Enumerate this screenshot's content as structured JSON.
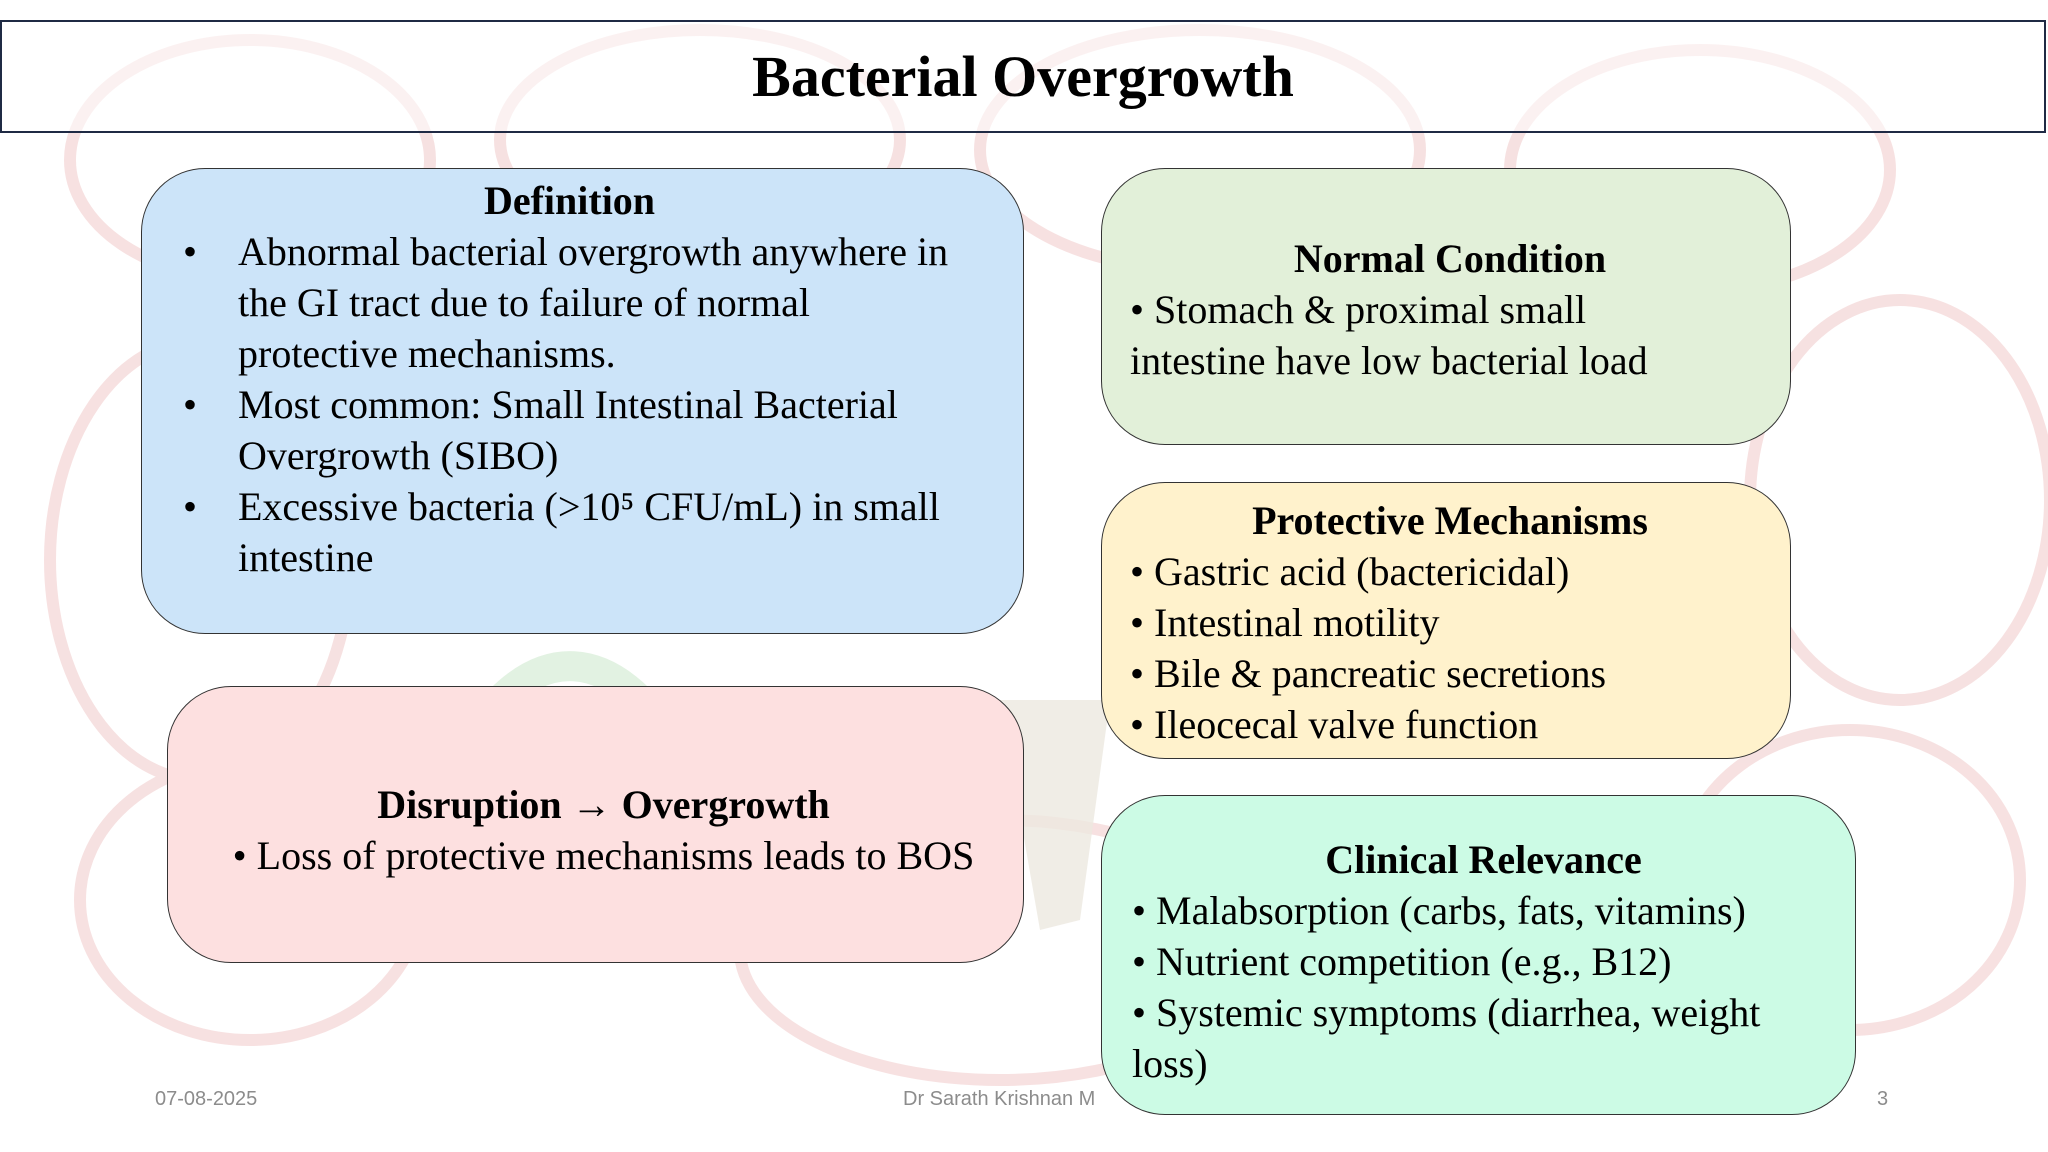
{
  "slide": {
    "title": "Bacterial Overgrowth"
  },
  "definition": {
    "heading": "Definition",
    "bullet_char": "•",
    "items": [
      "Abnormal bacterial overgrowth anywhere in the GI tract due to failure of normal protective mechanisms.",
      "Most common: Small Intestinal Bacterial Overgrowth (SIBO)",
      "Excessive bacteria (>10⁵ CFU/mL) in small intestine"
    ]
  },
  "normal_condition": {
    "heading": "Normal Condition",
    "lines": [
      "• Stomach & proximal small",
      "intestine have low bacterial load"
    ]
  },
  "protective_mechanisms": {
    "heading": "Protective Mechanisms",
    "lines": [
      "• Gastric acid (bactericidal)",
      "• Intestinal motility",
      "• Bile & pancreatic secretions",
      "• Ileocecal valve function"
    ]
  },
  "disruption": {
    "heading": "Disruption → Overgrowth",
    "lines": [
      "• Loss of protective mechanisms leads to BOS"
    ]
  },
  "clinical_relevance": {
    "heading": "Clinical Relevance",
    "lines": [
      "• Malabsorption (carbs, fats, vitamins)",
      "• Nutrient competition (e.g., B12)",
      "• Systemic symptoms (diarrhea, weight",
      "loss)"
    ]
  },
  "footer": {
    "date": "07-08-2025",
    "author": "Dr Sarath Krishnan M",
    "page": "3"
  },
  "colors": {
    "definition_bg": "#cce4f9",
    "normal_bg": "#e2f0d9",
    "protective_bg": "#fff2cc",
    "disruption_bg": "#fde0e0",
    "clinical_bg": "#ccfbe5"
  }
}
